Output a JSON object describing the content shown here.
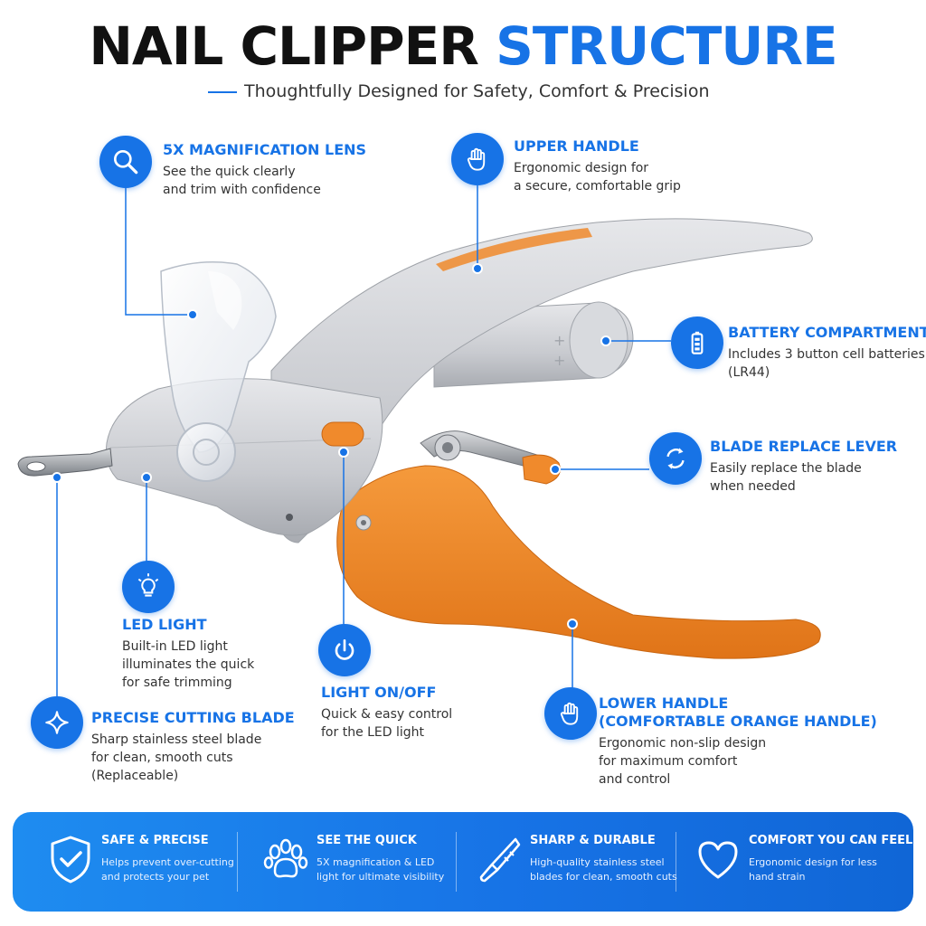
{
  "header": {
    "title_black": "NAIL CLIPPER",
    "title_blue": "STRUCTURE",
    "subtitle": "Thoughtfully Designed for Safety, Comfort & Precision"
  },
  "callouts": {
    "magnification": {
      "title": "5X MAGNIFICATION LENS",
      "lines": [
        "See the quick clearly",
        "and trim with confidence"
      ],
      "icon": "magnifier-icon"
    },
    "upper_handle": {
      "title": "UPPER HANDLE",
      "lines": [
        "Ergonomic design for",
        "a secure, comfortable grip"
      ],
      "icon": "hand-icon"
    },
    "battery": {
      "title": "BATTERY COMPARTMENT",
      "lines": [
        "Includes 3 button cell batteries",
        "(LR44)"
      ],
      "icon": "battery-icon"
    },
    "blade_lever": {
      "title": "BLADE REPLACE LEVER",
      "lines": [
        "Easily replace the blade",
        "when needed"
      ],
      "icon": "refresh-icon"
    },
    "led": {
      "title": "LED LIGHT",
      "lines": [
        "Built-in LED light",
        "illuminates the quick",
        "for safe trimming"
      ],
      "icon": "lightbulb-icon"
    },
    "light_onoff": {
      "title": "LIGHT ON/OFF",
      "lines": [
        "Quick & easy control",
        "for the LED light"
      ],
      "icon": "power-icon"
    },
    "blade": {
      "title": "PRECISE CUTTING BLADE",
      "lines": [
        "Sharp stainless steel blade",
        "for clean, smooth cuts",
        "(Replaceable)"
      ],
      "icon": "sparkle-icon"
    },
    "lower_handle": {
      "title": "LOWER HANDLE",
      "title2": "(COMFORTABLE ORANGE HANDLE)",
      "lines": [
        "Ergonomic non-slip design",
        "for maximum comfort",
        "and control"
      ],
      "icon": "hand-icon"
    }
  },
  "features": [
    {
      "title": "SAFE & PRECISE",
      "lines": [
        "Helps prevent over-cutting",
        "and protects your pet"
      ],
      "icon": "shield-check-icon"
    },
    {
      "title": "SEE THE QUICK",
      "lines": [
        "5X magnification & LED",
        "light for ultimate visibility"
      ],
      "icon": "paw-icon"
    },
    {
      "title": "SHARP & DURABLE",
      "lines": [
        "High-quality stainless steel",
        "blades for clean, smooth cuts"
      ],
      "icon": "blade-icon"
    },
    {
      "title": "COMFORT YOU CAN FEEL",
      "lines": [
        "Ergonomic design for less",
        "hand strain"
      ],
      "icon": "heart-icon"
    }
  ],
  "colors": {
    "accent_blue": "#1773e6",
    "handle_orange": "#f08a2c",
    "body_gray": "#c9cbcf",
    "banner_blue": "#1773e6"
  }
}
